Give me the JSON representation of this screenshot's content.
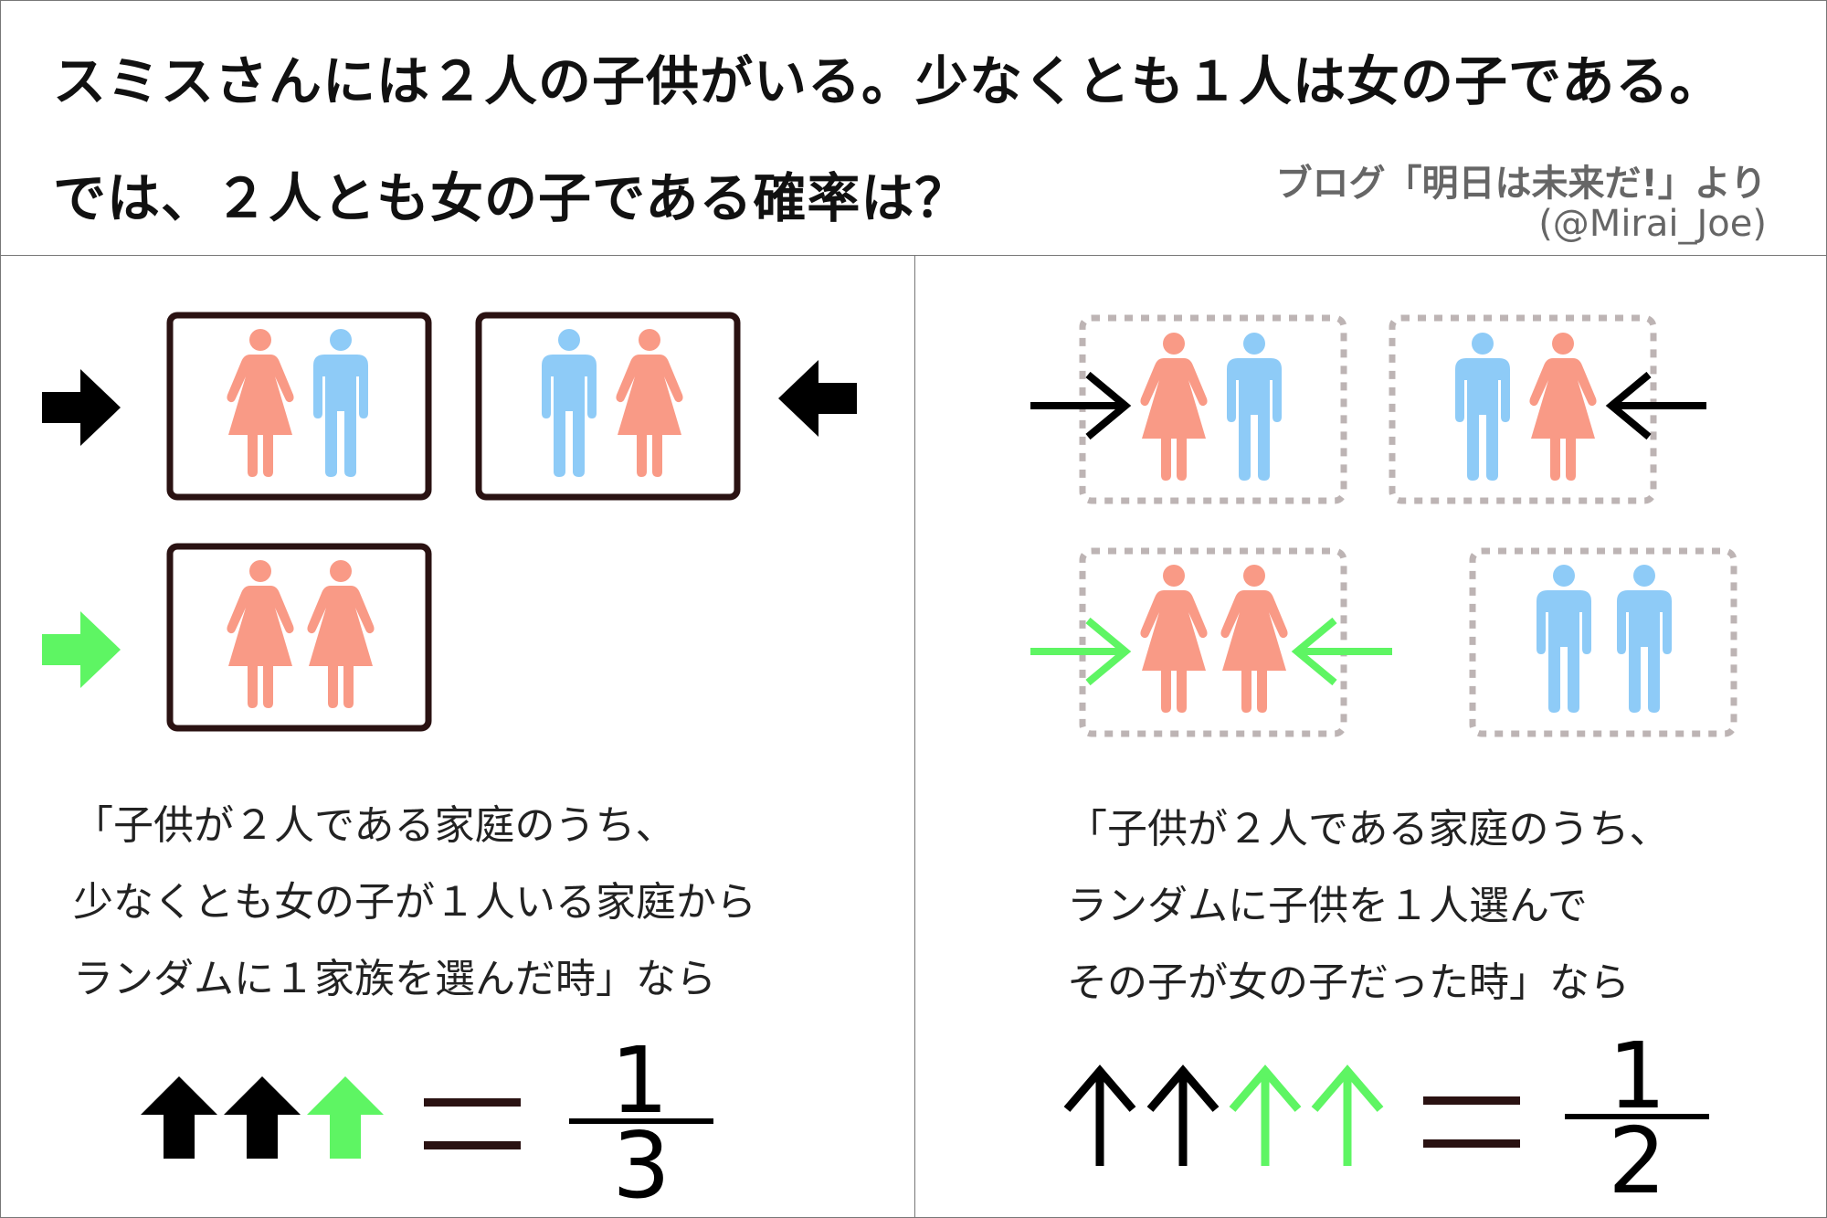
{
  "header": {
    "question_line1": "スミスさんには２人の子供がいる。少なくとも１人は女の子である。",
    "question_line2": "では、２人とも女の子である確率は？",
    "source_line1": "ブログ「明日は未来だ!」より",
    "source_line2": "(@Mirai_Joe)"
  },
  "left": {
    "description": [
      "「子供が２人である家庭のうち、",
      "少なくとも女の子が１人いる家庭から",
      "ランダムに１家族を選んだ時」なら"
    ],
    "result": {
      "numerator": "1",
      "denominator": "3"
    }
  },
  "right": {
    "description": [
      "「子供が２人である家庭のうち、",
      "ランダムに子供を１人選んで",
      "その子が女の子だった時」なら"
    ],
    "result": {
      "numerator": "1",
      "denominator": "2"
    }
  },
  "colors": {
    "girl": "#f99a86",
    "boy": "#8ecbf7",
    "highlight": "#5ef563",
    "arrow": "#000000",
    "box_solid": "#2a1212",
    "box_dashed": "#bdb4b4"
  },
  "icons": {
    "girl": "girl-icon",
    "boy": "boy-icon",
    "arrow_solid": "block-arrow-icon",
    "arrow_line": "line-arrow-icon"
  }
}
